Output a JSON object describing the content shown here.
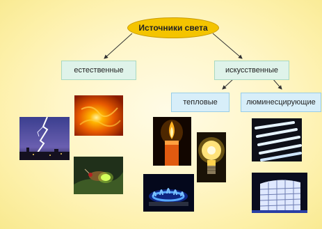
{
  "diagram": {
    "root": "Источники света",
    "natural": "естественные",
    "artificial": "искусственные",
    "thermal": "тепловые",
    "luminescent": "люминесцирующие"
  },
  "colors": {
    "root_fill": "#f4c400",
    "category_fill": "#dff3ea",
    "subcategory_fill": "#d7eef9",
    "background": "#fdf3b5"
  },
  "icons": [
    "lightning-photo",
    "sun-photo",
    "firefly-photo",
    "candle-photo",
    "light-bulb-photo",
    "gas-flame-photo",
    "fluorescent-tubes-photo",
    "lit-building-photo"
  ]
}
